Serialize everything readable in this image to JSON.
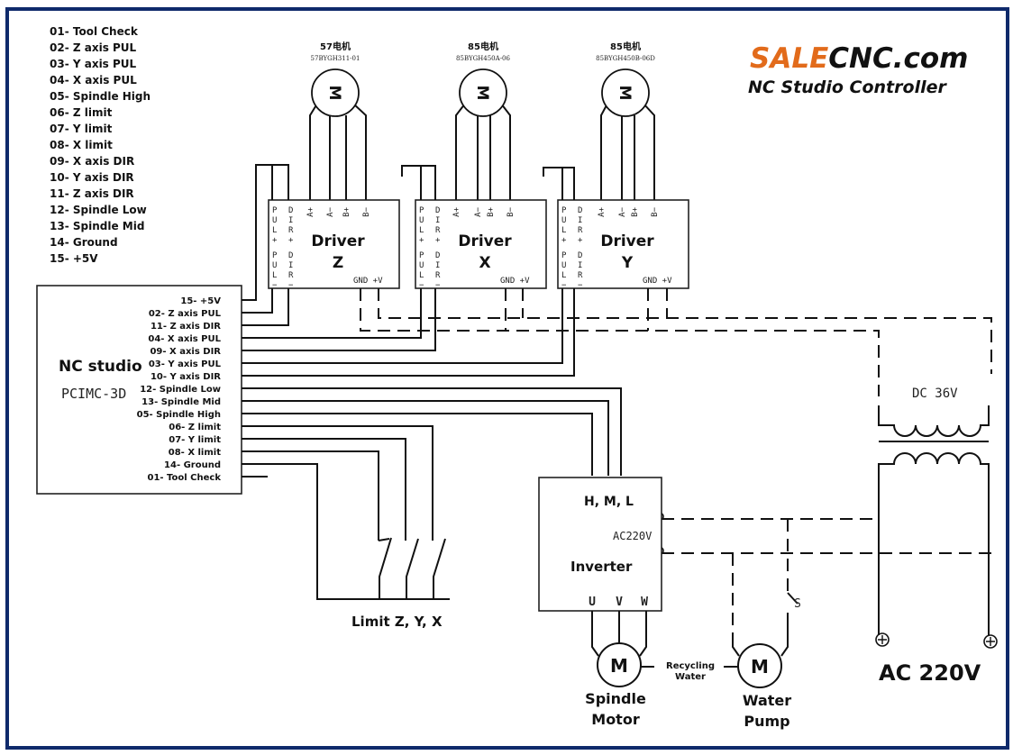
{
  "brand": {
    "part1": "SALE",
    "part2": "CNC.com",
    "subtitle": "NC Studio Controller",
    "accent_color": "#e26b1b",
    "frame_color": "#0f2a6b"
  },
  "legend": [
    "01- Tool Check",
    "02- Z axis PUL",
    "03- Y axis PUL",
    "04- X axis PUL",
    "05- Spindle High",
    "06- Z limit",
    "07- Y limit",
    "08- X limit",
    "09- X axis DIR",
    "10- Y axis DIR",
    "11- Z axis DIR",
    "12- Spindle Low",
    "13- Spindle Mid",
    "14-  Ground",
    "15- +5V"
  ],
  "controller": {
    "title": "NC studio",
    "model": "PCIMC-3D",
    "pins": [
      "15- +5V",
      "02- Z axis PUL",
      "11- Z axis DIR",
      "04- X axis PUL",
      "09- X axis DIR",
      "03- Y axis PUL",
      "10- Y axis DIR",
      "12- Spindle Low",
      "13- Spindle Mid",
      "05- Spindle High",
      "06- Z limit",
      "07- Y limit",
      "08- X limit",
      "14-  Ground",
      "01- Tool Check"
    ]
  },
  "motors": [
    {
      "title": "57电机",
      "model": "57BYGH311-01",
      "symbol": "M"
    },
    {
      "title": "85电机",
      "model": "85BYGH450A-06",
      "symbol": "M"
    },
    {
      "title": "85电机",
      "model": "85BYGH450B-06D",
      "symbol": "M"
    }
  ],
  "drivers": [
    {
      "title": "Driver",
      "axis": "Z"
    },
    {
      "title": "Driver",
      "axis": "X"
    },
    {
      "title": "Driver",
      "axis": "Y"
    }
  ],
  "driver_pins": {
    "pul_plus": [
      "P",
      "U",
      "L",
      "+"
    ],
    "pul_minus": [
      "P",
      "U",
      "L",
      "−"
    ],
    "dir_plus": [
      "D",
      "I",
      "R",
      "+"
    ],
    "dir_minus": [
      "D",
      "I",
      "R",
      "−"
    ],
    "phases": [
      "A+",
      "A−",
      "B+",
      "B−"
    ],
    "power": "GND  +V"
  },
  "transformer": {
    "secondary_label": "DC  36V",
    "primary_label": "AC  220V"
  },
  "inverter": {
    "speed_label": "H, M, L",
    "ac_label": "AC220V",
    "title": "Inverter",
    "outputs": [
      "U",
      "V",
      "W"
    ]
  },
  "limit_label": "Limit Z, Y, X",
  "switch_label": "S",
  "spindle_motor": {
    "symbol": "M",
    "label_line1": "Spindle",
    "label_line2": "Motor"
  },
  "water_pump": {
    "symbol": "M",
    "label_line1": "Water",
    "label_line2": "Pump"
  },
  "recycling_label_line1": "Recycling",
  "recycling_label_line2": "Water"
}
